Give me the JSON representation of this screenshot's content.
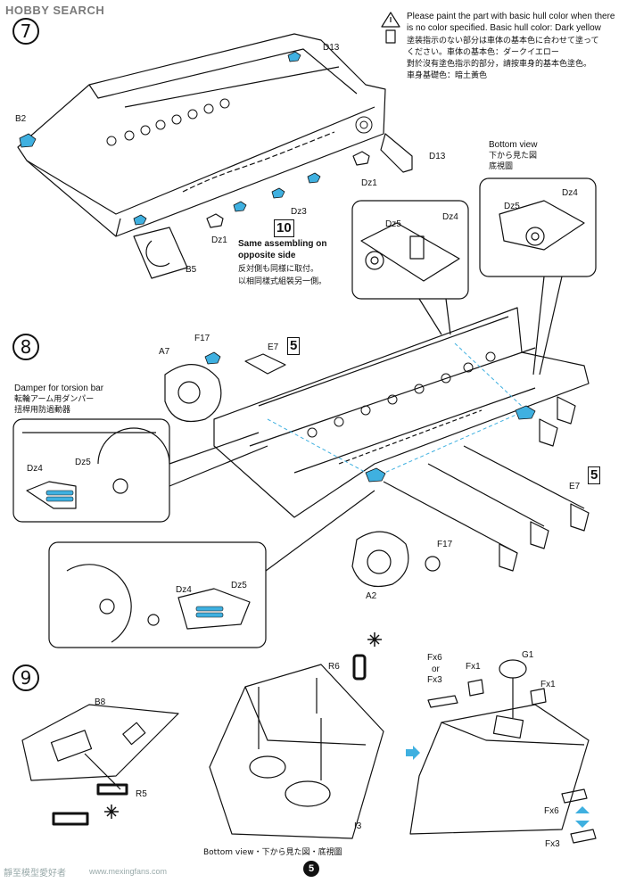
{
  "header": {
    "brand": "HOBBY SEARCH"
  },
  "notice": {
    "en_line1": "Please paint the part with basic hull color when there",
    "en_line2": "is no color specified. Basic hull color: Dark yellow",
    "jp_line1": "塗装指示のない部分は車体の基本色に合わせて塗って",
    "jp_line2": "ください。車体の基本色：ダークイエロー",
    "cn_line1": "對於沒有塗色指示的部分，請按車身的基本色塗色。",
    "cn_line2": "車身基礎色：暗土黃色"
  },
  "steps": [
    {
      "number": "7"
    },
    {
      "number": "8"
    },
    {
      "number": "9"
    }
  ],
  "step7": {
    "labels": {
      "d13_top": "D13",
      "b2": "B2",
      "d13_right": "D13",
      "dz1_a": "Dz1",
      "dz3": "Dz3",
      "dz1_b": "Dz1",
      "b5": "B5"
    },
    "ref_number": "10",
    "same_en_line1": "Same assembling on",
    "same_en_line2": "opposite side",
    "same_jp": "反対側も同様に取付。",
    "same_cn": "以相同樣式組裝另一側。",
    "bottom_view_en": "Bottom view",
    "bottom_view_jp": "下から見た図",
    "bottom_view_cn": "底視圖",
    "detail_labels": {
      "dz5_a": "Dz5",
      "dz4_a": "Dz4",
      "dz5_b": "Dz5",
      "dz4_b": "Dz4"
    }
  },
  "step8": {
    "labels": {
      "a7": "A7",
      "f17_top": "F17",
      "e7_top": "E7",
      "e7_right": "E7",
      "a2": "A2",
      "f17_bottom": "F17"
    },
    "ref_top": "5",
    "ref_right": "5",
    "damper_en": "Damper for torsion bar",
    "damper_jp": "転輪アーム用ダンパー",
    "damper_cn": "扭桿用防過動器",
    "detail_labels": {
      "dz4_a": "Dz4",
      "dz5_a": "Dz5",
      "dz4_b": "Dz4",
      "dz5_b": "Dz5"
    }
  },
  "step9": {
    "labels": {
      "b8": "B8",
      "r5": "R5",
      "r6": "R6",
      "i3": "I3",
      "fx6_top": "Fx6",
      "or": "or",
      "fx3_top": "Fx3",
      "fx1_a": "Fx1",
      "g1": "G1",
      "fx1_b": "Fx1",
      "fx6_bottom": "Fx6",
      "fx3_bottom": "Fx3"
    },
    "bottom_view": "Bottom view・下から見た図・底視圖"
  },
  "footer": {
    "page_number": "5",
    "watermark_left": "靜至模型愛好者",
    "watermark_url": "www.mexingfans.com"
  }
}
